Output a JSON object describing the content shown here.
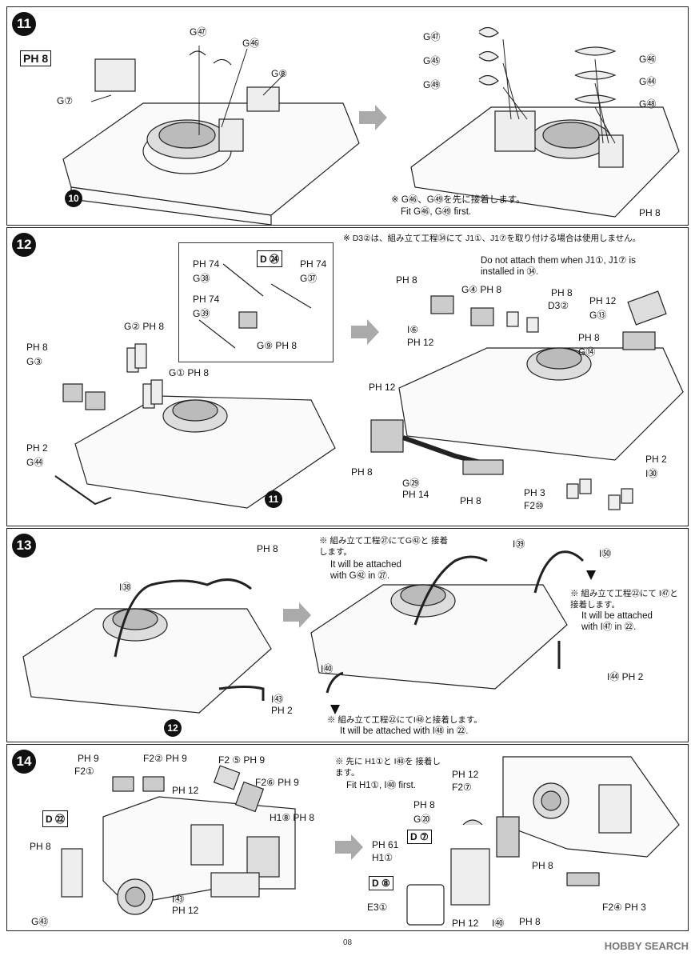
{
  "step11": {
    "number": "11",
    "paint_code": "PH 8",
    "base_step": "10",
    "labels": [
      "G⑦",
      "G㊼",
      "G㊻",
      "G⑧"
    ],
    "right_labels": [
      "G㊼",
      "G㊺",
      "G㊾",
      "G㊻",
      "G㊹",
      "G㊽"
    ],
    "right_paint": "PH 8",
    "note_jp": "※ G㊻、G㊾を先に接着します。",
    "note_en": "Fit G㊻, G㊾ first."
  },
  "step12": {
    "number": "12",
    "base_step": "11",
    "inset_badge": "D ㉔",
    "inset_labels": [
      "PH 74",
      "G㊳",
      "PH 74",
      "G㊲",
      "PH 74",
      "G㊴",
      "G⑨ PH 8"
    ],
    "left_labels": [
      "PH 8",
      "G③",
      "G② PH 8",
      "G① PH 8",
      "PH 2",
      "G㊹"
    ],
    "right_labels": [
      "PH 8",
      "I⑥",
      "PH 12",
      "G④ PH 8",
      "PH 8",
      "D3②",
      "PH 12",
      "G⑬",
      "PH 8",
      "G⑭",
      "PH 12",
      "PH 8",
      "G㉙",
      "PH 14",
      "PH 8",
      "PH 3",
      "F2⑩",
      "PH 2",
      "I㉚"
    ],
    "note_jp": "※ D3②は、組み立て工程㉞にて J1①、J1⑦を取り付ける場合は使用しません。",
    "note_en1": "Do not attach them when J1①, J1⑦ is",
    "note_en2": "installed in ㉞."
  },
  "step13": {
    "number": "13",
    "base_step": "12",
    "labels": [
      "PH 8",
      "I㊳",
      "I㊸",
      "PH 2"
    ],
    "note1_jp": "※ 組み立て工程㉗にてG㊷と 接着します。",
    "note1_en1": "It will be attached",
    "note1_en2": "with G㊷ in ㉗.",
    "right_labels": [
      "I㊴",
      "I㊿",
      "I㊵",
      "I㊹ PH 2"
    ],
    "note2_jp": "※ 組み立て工程㉒にて I㊼と接着します。",
    "note2_en1": "It will be attached",
    "note2_en2": "with I㊼ in ㉒.",
    "note3_jp": "※ 組み立て工程㉒にてI㊽と接着します。",
    "note3_en": "It will be attached with I㊽ in ㉒."
  },
  "step14": {
    "number": "14",
    "left_labels": [
      "PH 9",
      "F2①",
      "F2② PH 9",
      "F2 ⑤ PH 9",
      "F2⑥ PH 9",
      "PH 12",
      "H1⑧ PH 8",
      "D ㉒",
      "PH 8",
      "G㊸",
      "I㊸",
      "PH 12"
    ],
    "note_jp": "※ 先に H1①と I㊵を 接着します。",
    "note_en": "Fit H1①, I㊵ first.",
    "right_labels": [
      "PH 12",
      "F2⑦",
      "PH 8",
      "G⑳",
      "D ⑦",
      "PH 61",
      "H1①",
      "D ⑧",
      "E3①",
      "PH 12",
      "I㊵",
      "PH 8",
      "F2④ PH 3",
      "PH 8"
    ]
  },
  "footer": {
    "page": "08",
    "watermark": "HOBBY SEARCH"
  }
}
